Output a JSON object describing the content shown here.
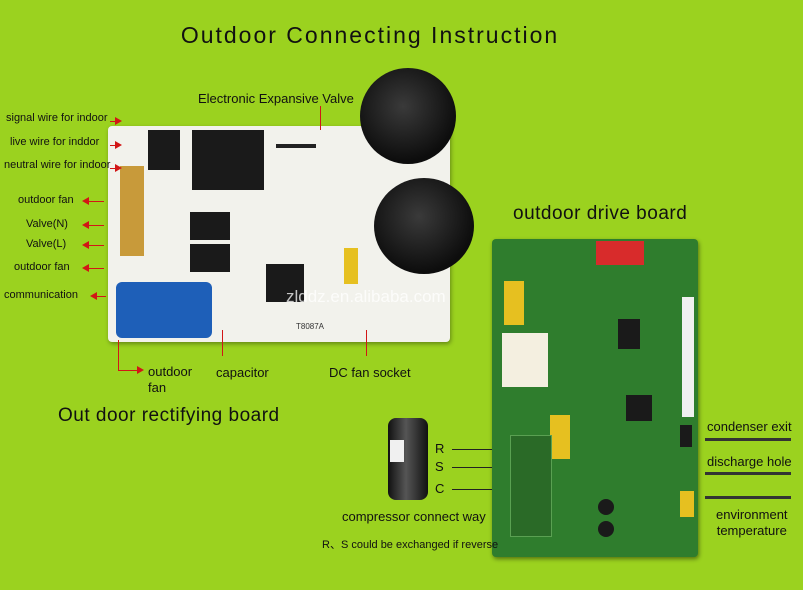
{
  "title": "Outdoor Connecting Instruction",
  "rectifying_board": {
    "title": "Out door rectifying board",
    "left_labels": [
      "signal wire for indoor",
      "live wire for inddor",
      "neutral wire for indoor",
      "outdoor fan",
      "Valve(N)",
      "Valve(L)",
      "outdoor fan",
      "communication"
    ],
    "top_label": "Electronic Expansive Valve",
    "bottom_labels": {
      "outdoor_fan": "outdoor\nfan",
      "capacitor": "capacitor",
      "dc_fan_socket": "DC fan socket"
    },
    "board_print": "T8087A",
    "watermark": "zlddz.en.alibaba.com"
  },
  "drive_board": {
    "title": "outdoor drive board",
    "right_labels": [
      "condenser exit",
      "discharge hole",
      "environment\ntemperature"
    ]
  },
  "compressor": {
    "terminals": [
      "R",
      "S",
      "C"
    ],
    "caption": "compressor connect way",
    "note": "R、S could be exchanged if reverse"
  }
}
